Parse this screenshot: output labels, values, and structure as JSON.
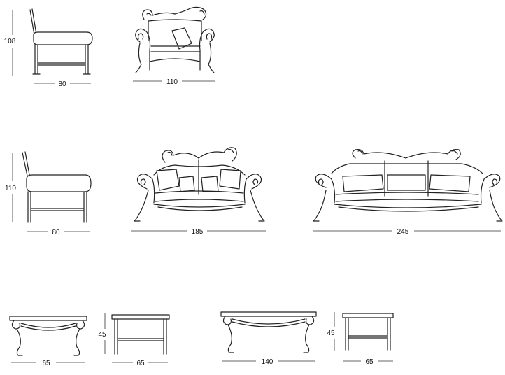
{
  "dimensions": {
    "chair_side_height": "108",
    "chair_side_width": "80",
    "chair_front_width": "110",
    "sofa_side_height": "110",
    "sofa_side_width": "80",
    "sofa2_width": "185",
    "sofa3_width": "245",
    "table_small_front_width": "65",
    "table_small_height": "45",
    "table_small_side_width": "65",
    "table_large_front_width": "140",
    "table_large_height": "45",
    "table_large_side_width": "65"
  },
  "colors": {
    "line": "#222222",
    "background": "#ffffff"
  }
}
